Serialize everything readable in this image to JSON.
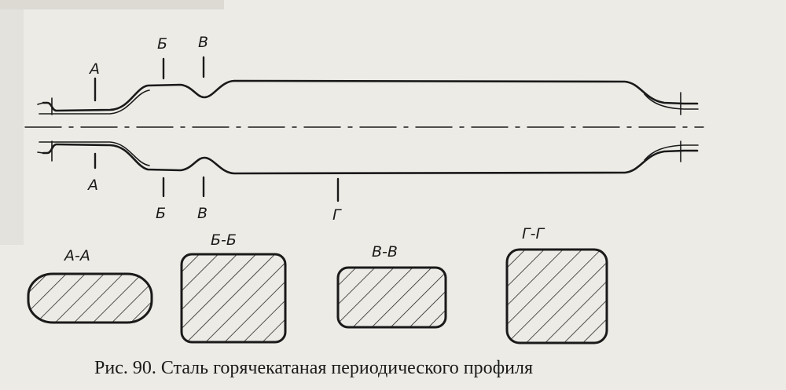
{
  "figure": {
    "caption": "Рис. 90. Сталь горячекатаная периодического профиля",
    "cut_labels": {
      "a_top": "А",
      "a_bottom": "А",
      "b_top": "Б",
      "b_bottom": "Б",
      "v_top": "В",
      "v_bottom": "В",
      "g_bottom": "Г"
    },
    "sections": [
      {
        "label": "А-А",
        "shape": "oval"
      },
      {
        "label": "Б-Б",
        "shape": "rounded-rect"
      },
      {
        "label": "В-В",
        "shape": "rounded-rect"
      },
      {
        "label": "Г-Г",
        "shape": "rounded-rect"
      }
    ]
  }
}
